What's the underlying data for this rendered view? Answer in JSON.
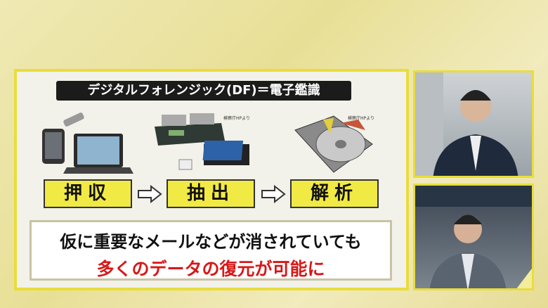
{
  "graphic": {
    "title": "デジタルフォレンジック(DF)＝電子鑑識",
    "steps": [
      "押収",
      "抽出",
      "解析"
    ],
    "image_credit": "検察庁HPより",
    "message_line1": "仮に重要なメールなどが消されていても",
    "message_line2": "多くのデータの復元が可能に"
  },
  "colors": {
    "accent": "#e9dd3a",
    "highlight_red": "#d81717",
    "step_fill": "#f2ea44"
  }
}
